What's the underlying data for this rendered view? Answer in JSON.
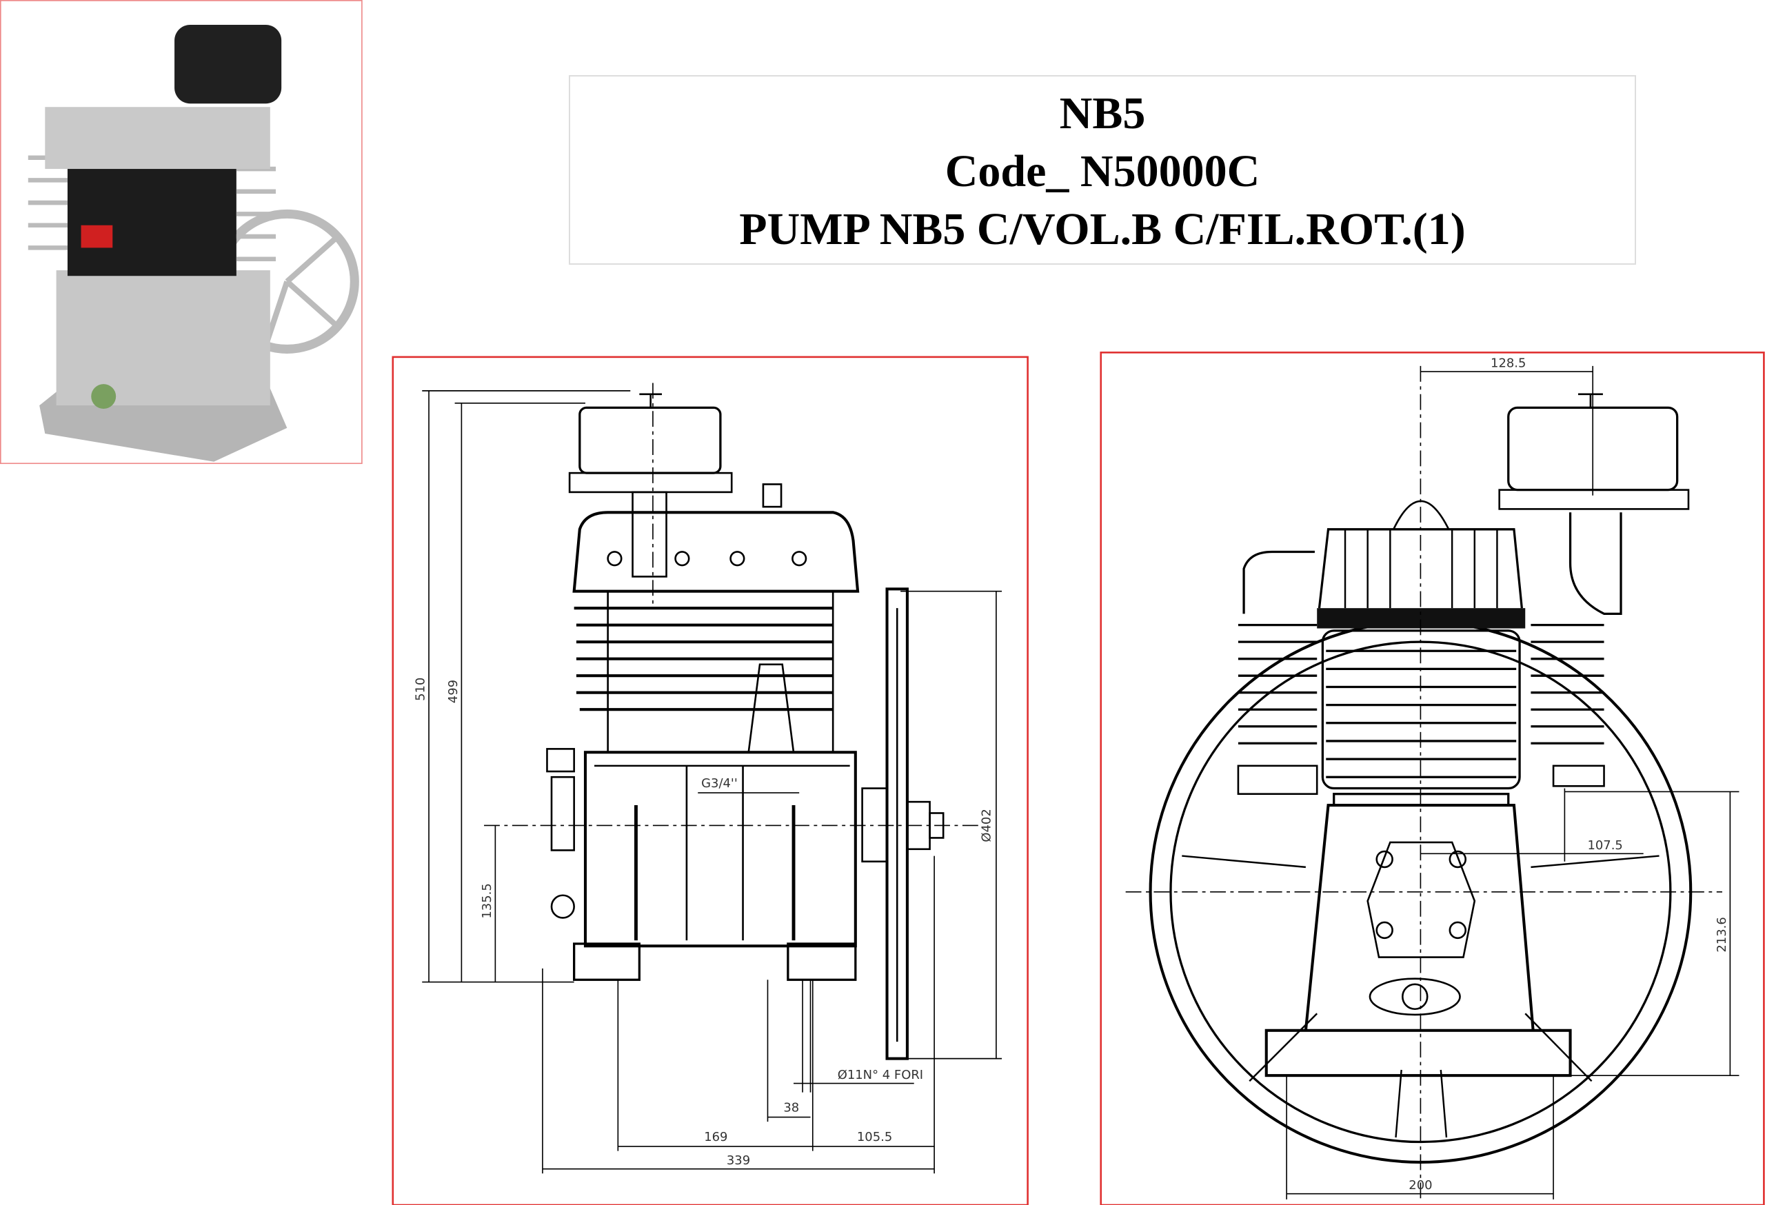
{
  "title": {
    "model": "NB5",
    "code": "Code_ N50000C",
    "description": "PUMP NB5 C/VOL.B C/FIL.ROT.(1)"
  },
  "side_view": {
    "dims": {
      "height_total": "510",
      "height_filter": "499",
      "axis_height": "135.5",
      "pulley_diameter": "Ø402",
      "thread": "G3/4''",
      "holes": "Ø11N° 4 FORI",
      "hole_offset": "38",
      "foot_spacing": "169",
      "overall_length": "339",
      "pulley_offset": "105.5"
    }
  },
  "front_view": {
    "dims": {
      "filter_offset": "128.5",
      "outlet_offset": "107.5",
      "axis_height": "213.6",
      "base_width": "200"
    }
  },
  "colors": {
    "frame": "#e03030",
    "line": "#000000"
  }
}
